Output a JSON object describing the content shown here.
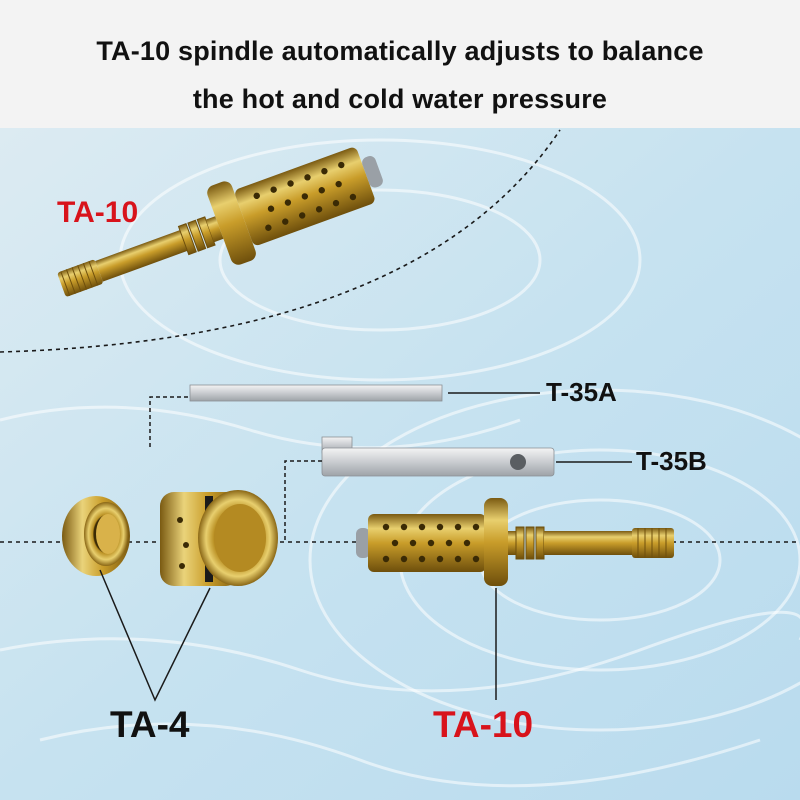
{
  "headline": {
    "line1": "TA-10 spindle automatically adjusts to balance",
    "line2": "the hot and cold water pressure"
  },
  "labels": {
    "top_spindle": "TA-10",
    "key_a": "T-35A",
    "key_b": "T-35B",
    "bottom_spindle": "TA-10",
    "seats": "TA-4"
  },
  "colors": {
    "accent_red": "#d8131b",
    "brass": "#c9a23a",
    "water": "#cfe8f4"
  }
}
